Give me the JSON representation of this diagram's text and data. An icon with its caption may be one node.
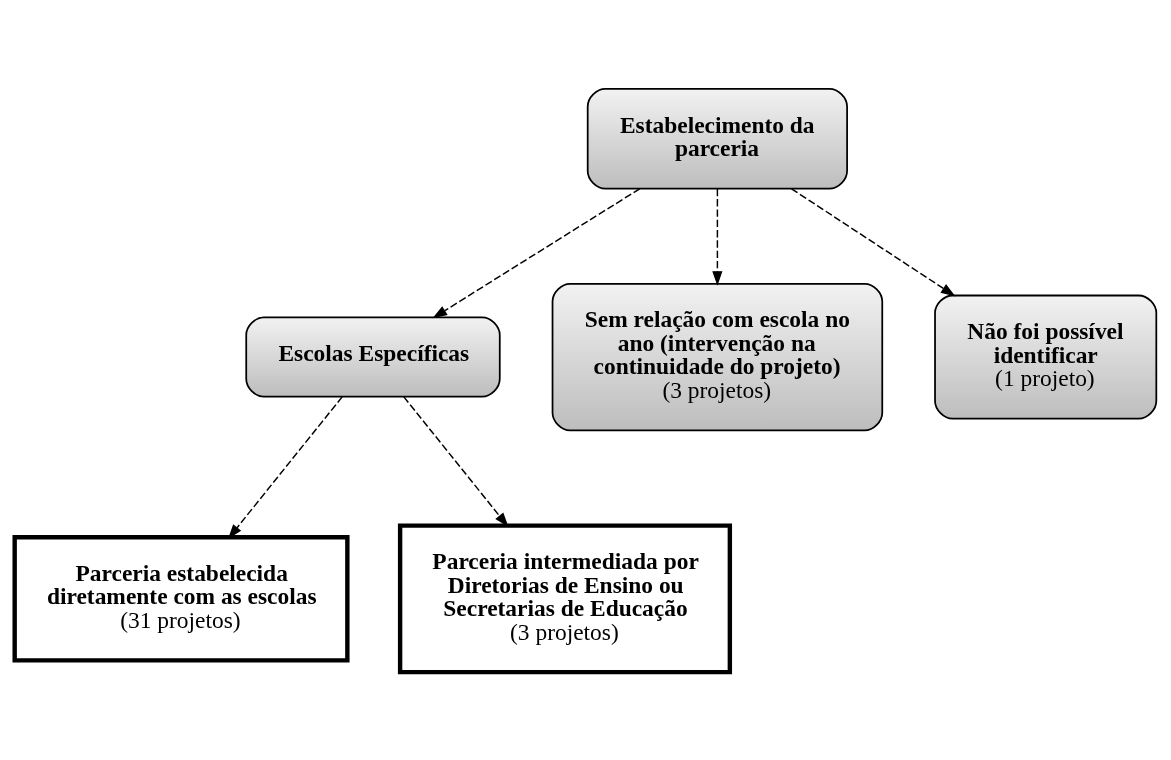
{
  "diagram": {
    "nodes": [
      {
        "text": [
          "Estabelecimento da parceria"
        ]
      },
      {
        "text": [
          "Escolas Específicas"
        ]
      },
      {
        "text": [
          "Sem relação com escola no ano (intervenção na continuidade do projeto)",
          "(3 projetos)"
        ]
      },
      {
        "text": [
          "Não foi possível identificar",
          "(1 projeto)"
        ]
      },
      {
        "text": [
          "Parceria estabelecida diretamente com as escolas",
          "(31 projetos)"
        ]
      },
      {
        "text": [
          "Parceria intermediada por Diretorias de Ensino ou Secretarias de Educação",
          "(3 projetos)"
        ]
      }
    ],
    "edges": [
      {
        "from": 0,
        "to": 1,
        "arrow": "to",
        "style": "dashed"
      },
      {
        "from": 0,
        "to": 2,
        "arrow": "to",
        "style": "dashed"
      },
      {
        "from": 0,
        "to": 3,
        "arrow": "to",
        "style": "dashed"
      },
      {
        "from": 1,
        "to": 4,
        "arrow": "to",
        "style": "dashed"
      },
      {
        "from": 1,
        "to": 5,
        "arrow": "to",
        "style": "dashed"
      }
    ]
  }
}
